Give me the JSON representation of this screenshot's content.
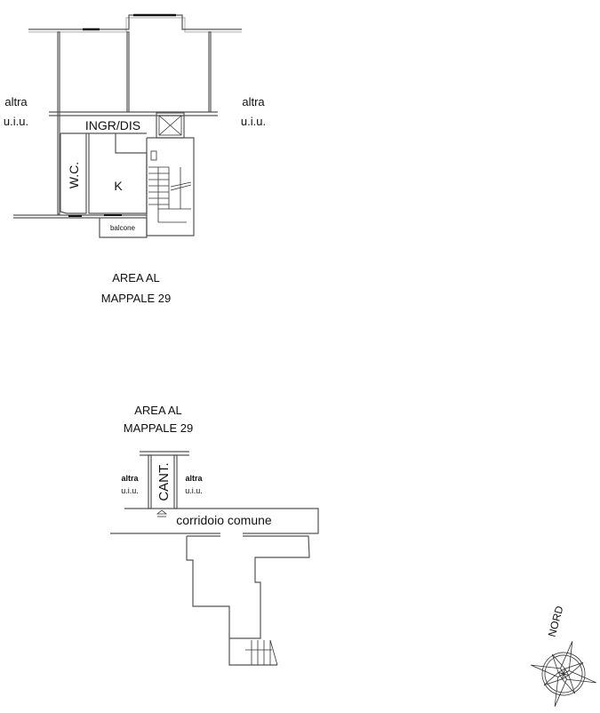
{
  "upper_plan": {
    "left_neighbor": [
      "altra",
      "u.i.u."
    ],
    "right_neighbor": [
      "altra",
      "u.i.u."
    ],
    "entrance_hall": "INGR/DIS",
    "bathroom": "W.C.",
    "kitchen": "K",
    "balcony": "balcone",
    "area_note": [
      "AREA AL",
      "MAPPALE 29"
    ]
  },
  "lower_plan": {
    "area_note": [
      "AREA AL",
      "MAPPALE 29"
    ],
    "left_neighbor": [
      "altra",
      "u.i.u."
    ],
    "right_neighbor": [
      "altra",
      "u.i.u."
    ],
    "cellar": "CANT.",
    "corridor": "corridoio comune"
  },
  "compass": {
    "label": "NORD"
  }
}
